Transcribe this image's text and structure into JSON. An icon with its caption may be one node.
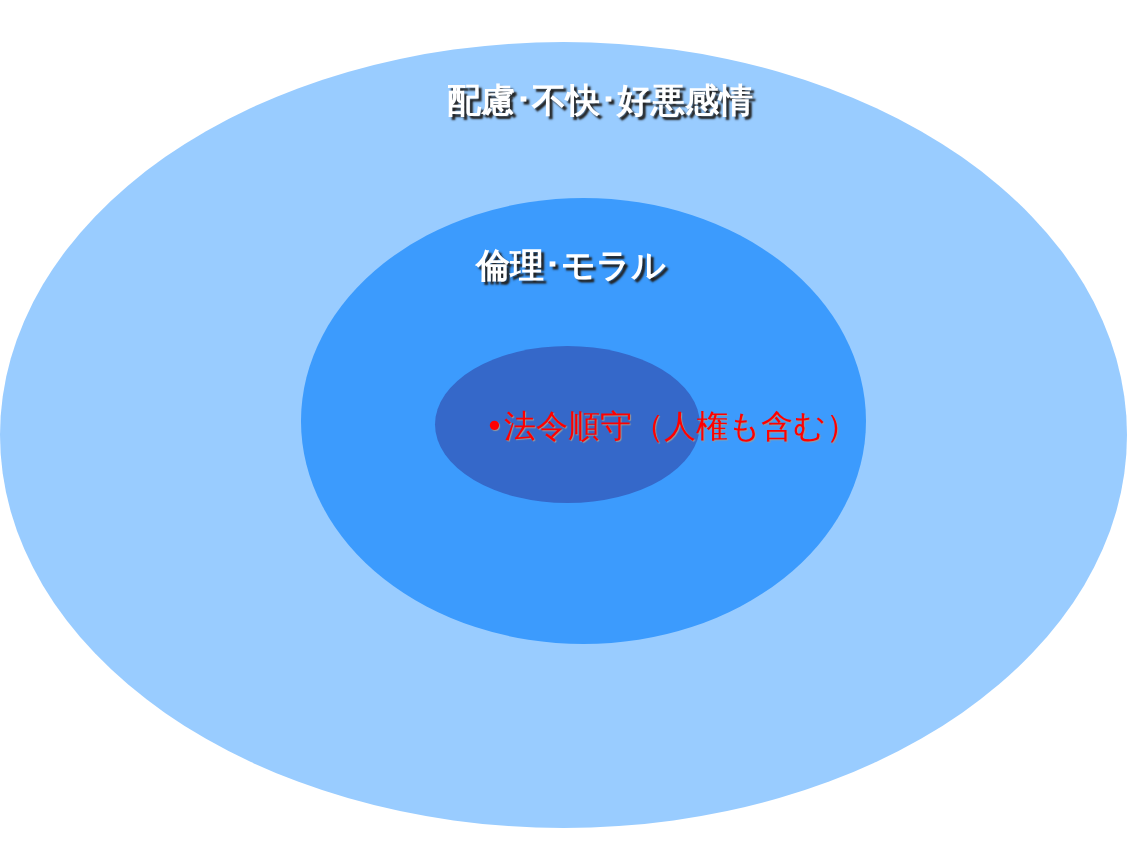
{
  "diagram": {
    "nodes": [
      {
        "text": [
          "配慮･不快･好悪感情"
        ]
      },
      {
        "text": [
          "倫理･モラル"
        ],
        "in": 0
      },
      {
        "text": [
          "•法令順守（人権も含む）"
        ],
        "in": 1
      }
    ]
  }
}
